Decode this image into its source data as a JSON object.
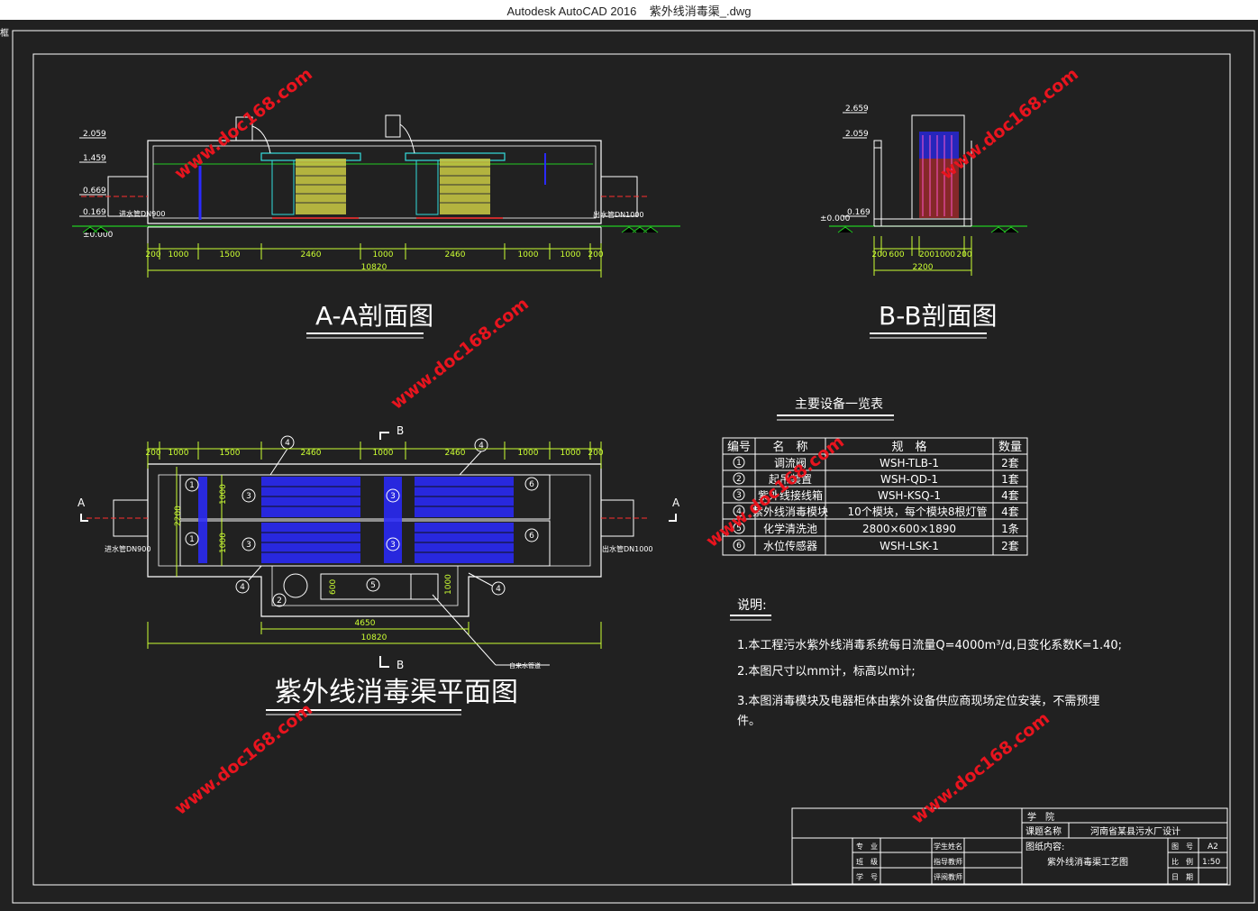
{
  "window": {
    "title": "Autodesk AutoCAD 2016    紫外线消毒渠_.dwg",
    "corner_glyph": "框"
  },
  "section_aa": {
    "title": "A-A剖面图",
    "levels": [
      "2.059",
      "1.459",
      "0.669",
      "0.169",
      "±0.000"
    ],
    "inlet_label": "进水管DN900",
    "outlet_label": "出水管DN1000",
    "dims": [
      "200",
      "1000",
      "1500",
      "2460",
      "1000",
      "2460",
      "1000",
      "1000",
      "200"
    ],
    "total": "10820"
  },
  "section_bb": {
    "title": "B-B剖面图",
    "levels": [
      "2.659",
      "2.059",
      "0.169",
      "±0.000"
    ],
    "dims": [
      "200",
      "600",
      "200",
      "1000",
      "200"
    ],
    "dims_joined": "2001000",
    "total": "2200"
  },
  "plan": {
    "title": "紫外线消毒渠平面图",
    "dims_top": [
      "200",
      "1000",
      "1500",
      "2460",
      "1000",
      "2460",
      "1000",
      "1000",
      "200"
    ],
    "section_mark_a": "A",
    "section_mark_b": "B",
    "width_label": "2200",
    "channel_width": "1000",
    "inlet_label": "进水管DN900",
    "outlet_label": "出水管DN1000",
    "tank_len": "600",
    "tank_w": "1000",
    "dim_inner": "4650",
    "dim_total": "10820",
    "drain_label": "自来水管道",
    "callouts": [
      "1",
      "2",
      "3",
      "4",
      "5",
      "6"
    ]
  },
  "equipment": {
    "title": "主要设备一览表",
    "headers": [
      "编号",
      "名　称",
      "规　格",
      "数量"
    ],
    "rows": [
      {
        "no": "1",
        "name": "调流阀",
        "spec": "WSH-TLB-1",
        "qty": "2套"
      },
      {
        "no": "2",
        "name": "起吊装置",
        "spec": "WSH-QD-1",
        "qty": "1套"
      },
      {
        "no": "3",
        "name": "紫外线接线箱",
        "spec": "WSH-KSQ-1",
        "qty": "4套"
      },
      {
        "no": "4",
        "name": "紫外线消毒模块",
        "spec": "10个模块，每个模块8根灯管",
        "qty": "4套"
      },
      {
        "no": "5",
        "name": "化学清洗池",
        "spec": "2800×600×1890",
        "qty": "1条"
      },
      {
        "no": "6",
        "name": "水位传感器",
        "spec": "WSH-LSK-1",
        "qty": "2套"
      }
    ]
  },
  "notes": {
    "title": "说明:",
    "items": [
      "1.本工程污水紫外线消毒系统每日流量Q=4000m³/d,日变化系数K=1.40;",
      "2.本图尺寸以mm计，标高以m计;",
      "3.本图消毒模块及电器柜体由紫外设备供应商现场定位安装，不需预埋",
      "件。"
    ]
  },
  "titleblock": {
    "college_label": "学　院",
    "project_label": "课题名称",
    "project_value": "河南省某县污水厂设计",
    "content_label": "图纸内容:",
    "content_value": "紫外线消毒渠工艺图",
    "major_label": "专　业",
    "class_label": "班　级",
    "student_no_label": "学　号",
    "student_label": "学生姓名",
    "advisor_label": "指导教师",
    "reviewer_label": "评阅教师",
    "sheet_label": "图　号",
    "sheet_value": "A2",
    "scale_label": "比　例",
    "scale_value": "1:50",
    "date_label": "日　期"
  },
  "watermark": "www.doc168.com",
  "colors": {
    "background": "#212121",
    "line": "#ffffff",
    "dimension": "#ccff33",
    "water_line": "#22cc22",
    "module_blue": "#2a2aff",
    "module_yellow": "#cccc44",
    "pipe_red": "#ff3030",
    "watermark": "#e8141e"
  }
}
